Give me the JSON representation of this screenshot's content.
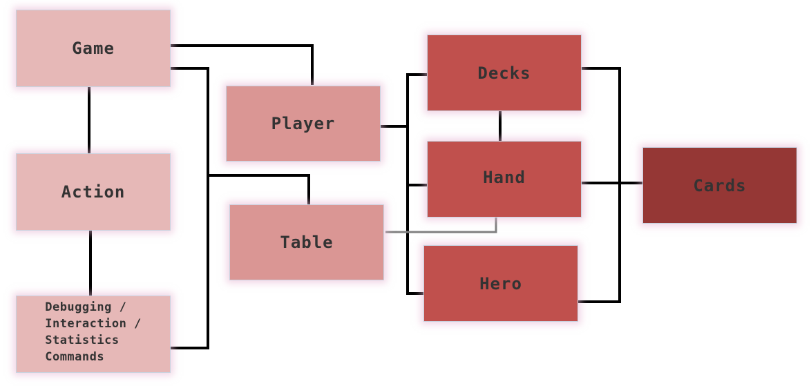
{
  "nodes": {
    "game": "Game",
    "action": "Action",
    "debug": "Debugging /\nInteraction /\n  Statistics\n   Commands",
    "player": "Player",
    "table": "Table",
    "decks": "Decks",
    "hand": "Hand",
    "hero": "Hero",
    "cards": "Cards"
  },
  "colors": {
    "light": "#e6b8b7",
    "mid": "#da9694",
    "red": "#c0504d",
    "dark": "#953735",
    "connector": "#000000",
    "connector_gray": "#808080"
  }
}
